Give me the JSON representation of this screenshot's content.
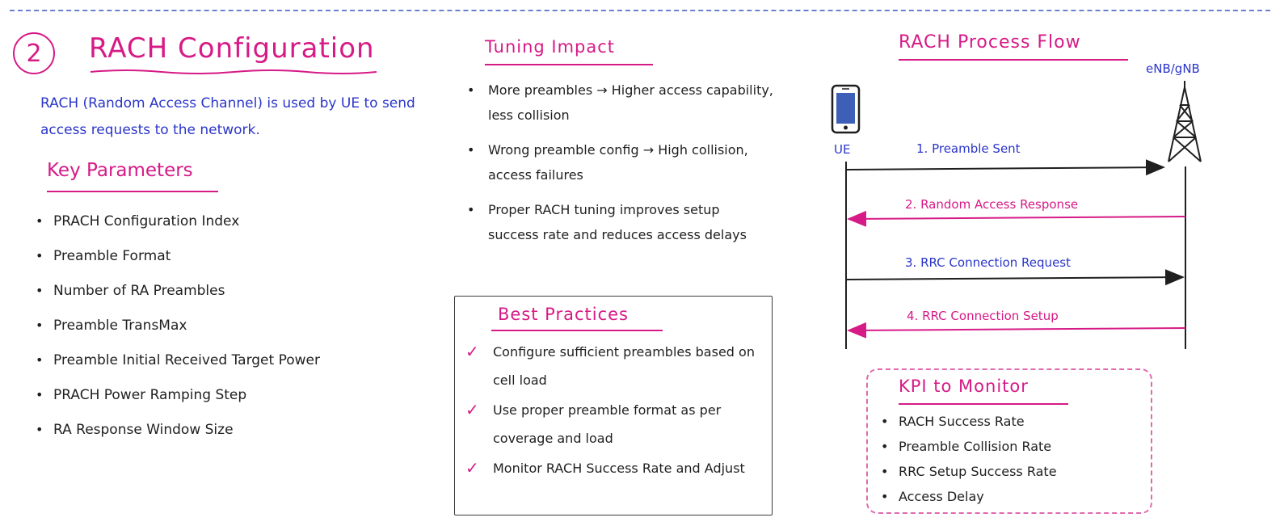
{
  "section": {
    "number": "2",
    "title": "RACH Configuration",
    "intro": "RACH (Random Access Channel) is used by UE to send access requests to the network."
  },
  "key_parameters": {
    "heading": "Key Parameters",
    "items": [
      "PRACH Configuration Index",
      "Preamble Format",
      "Number of RA Preambles",
      "Preamble TransMax",
      "Preamble Initial Received Target Power",
      "PRACH Power Ramping Step",
      "RA Response Window Size"
    ]
  },
  "tuning_impact": {
    "heading": "Tuning Impact",
    "items": [
      "More preambles → Higher access capability, less collision",
      "Wrong preamble config → High collision, access failures",
      "Proper RACH tuning improves setup success rate and reduces access delays"
    ]
  },
  "best_practices": {
    "heading": "Best Practices",
    "items": [
      "Configure sufficient preambles based on cell load",
      "Use proper preamble format as per coverage and load",
      "Monitor RACH Success Rate and Adjust"
    ]
  },
  "process_flow": {
    "heading": "RACH Process Flow",
    "ue_label": "UE",
    "enb_label": "eNB/gNB",
    "messages": [
      {
        "label": "1. Preamble Sent",
        "direction": "ue-to-enb",
        "color": "#2a35c9"
      },
      {
        "label": "2. Random Access Response",
        "direction": "enb-to-ue",
        "color": "#d61a86"
      },
      {
        "label": "3. RRC Connection Request",
        "direction": "ue-to-enb",
        "color": "#2a35c9"
      },
      {
        "label": "4. RRC Connection Setup",
        "direction": "enb-to-ue",
        "color": "#d61a86"
      }
    ]
  },
  "kpi": {
    "heading": "KPI to Monitor",
    "items": [
      "RACH Success Rate",
      "Preamble Collision Rate",
      "RRC Setup Success Rate",
      "Access Delay"
    ]
  },
  "colors": {
    "accent_pink": "#d61a86",
    "accent_blue": "#2a35c9",
    "ink": "#1f1f1f"
  },
  "icons": [
    "phone-icon",
    "cell-tower-icon",
    "checkmark-icon",
    "bullet-dot"
  ]
}
